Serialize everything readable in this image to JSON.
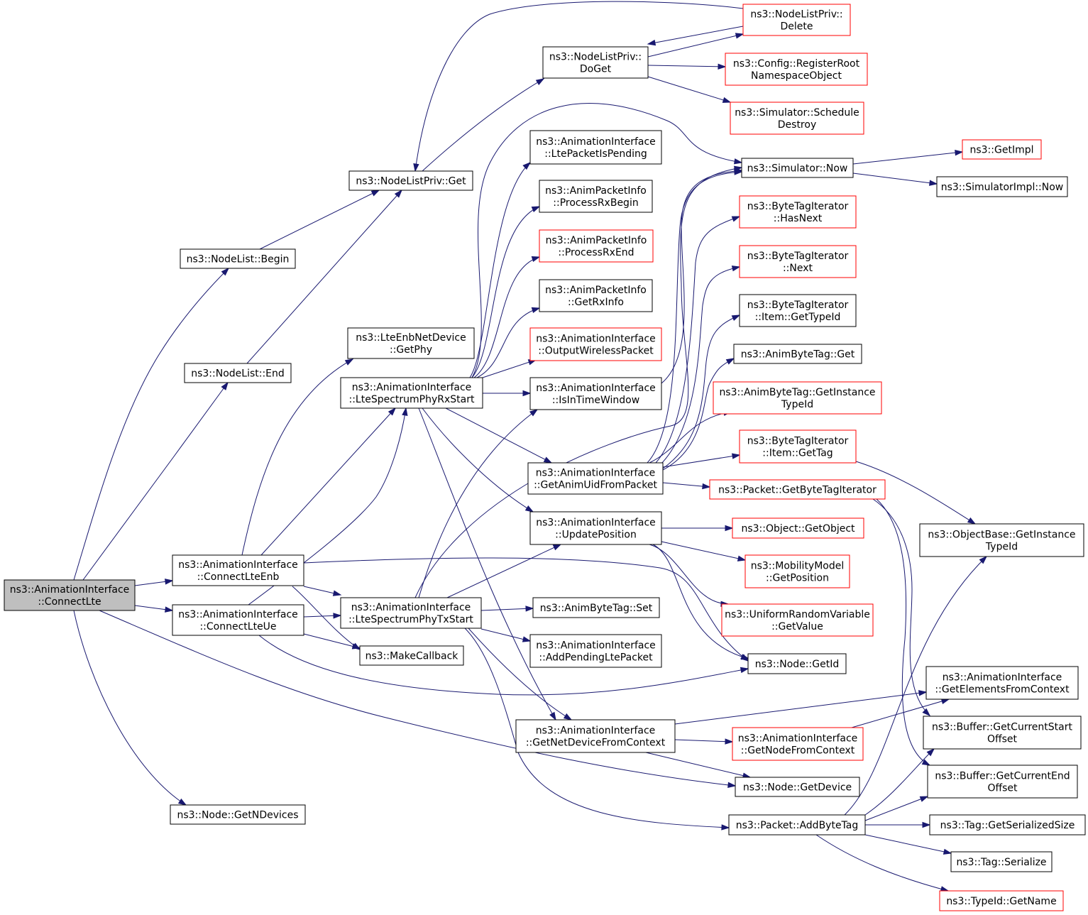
{
  "colors": {
    "edge": "#191970",
    "node_border": "#000000",
    "truncated_border": "#ff0000",
    "root_fill": "#bfbfbf",
    "node_fill": "#ffffff"
  },
  "nodes": [
    {
      "id": "connectlte",
      "lines": [
        "ns3::AnimationInterface",
        "::ConnectLte"
      ],
      "style": "root"
    },
    {
      "id": "nodelist_begin",
      "lines": [
        "ns3::NodeList::Begin"
      ],
      "style": "normal"
    },
    {
      "id": "nodelist_end",
      "lines": [
        "ns3::NodeList::End"
      ],
      "style": "normal"
    },
    {
      "id": "connectlteenb",
      "lines": [
        "ns3::AnimationInterface",
        "::ConnectLteEnb"
      ],
      "style": "normal"
    },
    {
      "id": "connectlteue",
      "lines": [
        "ns3::AnimationInterface",
        "::ConnectLteUe"
      ],
      "style": "normal"
    },
    {
      "id": "getndevices",
      "lines": [
        "ns3::Node::GetNDevices"
      ],
      "style": "normal"
    },
    {
      "id": "nodelistpriv_get",
      "lines": [
        "ns3::NodeListPriv::Get"
      ],
      "style": "normal"
    },
    {
      "id": "lteenb_getphy",
      "lines": [
        "ns3::LteEnbNetDevice",
        "::GetPhy"
      ],
      "style": "normal"
    },
    {
      "id": "rxstart",
      "lines": [
        "ns3::AnimationInterface",
        "::LteSpectrumPhyRxStart"
      ],
      "style": "normal"
    },
    {
      "id": "txstart",
      "lines": [
        "ns3::AnimationInterface",
        "::LteSpectrumPhyTxStart"
      ],
      "style": "normal"
    },
    {
      "id": "makecallback",
      "lines": [
        "ns3::MakeCallback"
      ],
      "style": "normal"
    },
    {
      "id": "doget",
      "lines": [
        "ns3::NodeListPriv::",
        "DoGet"
      ],
      "style": "normal"
    },
    {
      "id": "ltepacketispending",
      "lines": [
        "ns3::AnimationInterface",
        "::LtePacketIsPending"
      ],
      "style": "normal"
    },
    {
      "id": "processrxbegin",
      "lines": [
        "ns3::AnimPacketInfo",
        "::ProcessRxBegin"
      ],
      "style": "normal"
    },
    {
      "id": "processrxend",
      "lines": [
        "ns3::AnimPacketInfo",
        "::ProcessRxEnd"
      ],
      "style": "truncated"
    },
    {
      "id": "getrxinfo",
      "lines": [
        "ns3::AnimPacketInfo",
        "::GetRxInfo"
      ],
      "style": "normal"
    },
    {
      "id": "outputwireless",
      "lines": [
        "ns3::AnimationInterface",
        "::OutputWirelessPacket"
      ],
      "style": "truncated"
    },
    {
      "id": "isintimewindow",
      "lines": [
        "ns3::AnimationInterface",
        "::IsInTimeWindow"
      ],
      "style": "normal"
    },
    {
      "id": "getanimuid",
      "lines": [
        "ns3::AnimationInterface",
        "::GetAnimUidFromPacket"
      ],
      "style": "normal"
    },
    {
      "id": "updateposition",
      "lines": [
        "ns3::AnimationInterface",
        "::UpdatePosition"
      ],
      "style": "normal"
    },
    {
      "id": "animbytetag_set",
      "lines": [
        "ns3::AnimByteTag::Set"
      ],
      "style": "normal"
    },
    {
      "id": "addpendinglte",
      "lines": [
        "ns3::AnimationInterface",
        "::AddPendingLtePacket"
      ],
      "style": "normal"
    },
    {
      "id": "getnetdevicefromctx",
      "lines": [
        "ns3::AnimationInterface",
        "::GetNetDeviceFromContext"
      ],
      "style": "normal"
    },
    {
      "id": "nlp_delete",
      "lines": [
        "ns3::NodeListPriv::",
        "Delete"
      ],
      "style": "truncated"
    },
    {
      "id": "registerroot",
      "lines": [
        "ns3::Config::RegisterRoot",
        "NamespaceObject"
      ],
      "style": "truncated"
    },
    {
      "id": "scheduledestroy",
      "lines": [
        "ns3::Simulator::Schedule",
        "Destroy"
      ],
      "style": "truncated"
    },
    {
      "id": "simulator_now",
      "lines": [
        "ns3::Simulator::Now"
      ],
      "style": "normal"
    },
    {
      "id": "bti_hasnext",
      "lines": [
        "ns3::ByteTagIterator",
        "::HasNext"
      ],
      "style": "truncated"
    },
    {
      "id": "bti_next",
      "lines": [
        "ns3::ByteTagIterator",
        "::Next"
      ],
      "style": "truncated"
    },
    {
      "id": "bti_item_gettypeid",
      "lines": [
        "ns3::ByteTagIterator",
        "::Item::GetTypeId"
      ],
      "style": "normal"
    },
    {
      "id": "animbytetag_get",
      "lines": [
        "ns3::AnimByteTag::Get"
      ],
      "style": "normal"
    },
    {
      "id": "animbytetag_getinstance",
      "lines": [
        "ns3::AnimByteTag::GetInstance",
        "TypeId"
      ],
      "style": "truncated"
    },
    {
      "id": "bti_item_gettag",
      "lines": [
        "ns3::ByteTagIterator",
        "::Item::GetTag"
      ],
      "style": "truncated"
    },
    {
      "id": "packet_getbytetagiter",
      "lines": [
        "ns3::Packet::GetByteTagIterator"
      ],
      "style": "truncated"
    },
    {
      "id": "object_getobject",
      "lines": [
        "ns3::Object::GetObject"
      ],
      "style": "truncated"
    },
    {
      "id": "mobility_getposition",
      "lines": [
        "ns3::MobilityModel",
        "::GetPosition"
      ],
      "style": "truncated"
    },
    {
      "id": "urv_getvalue",
      "lines": [
        "ns3::UniformRandomVariable",
        "::GetValue"
      ],
      "style": "truncated"
    },
    {
      "id": "node_getid",
      "lines": [
        "ns3::Node::GetId"
      ],
      "style": "normal"
    },
    {
      "id": "getnodefromctx",
      "lines": [
        "ns3::AnimationInterface",
        "::GetNodeFromContext"
      ],
      "style": "truncated"
    },
    {
      "id": "node_getdevice",
      "lines": [
        "ns3::Node::GetDevice"
      ],
      "style": "normal"
    },
    {
      "id": "packet_addbytetag",
      "lines": [
        "ns3::Packet::AddByteTag"
      ],
      "style": "normal"
    },
    {
      "id": "getimpl",
      "lines": [
        "ns3::GetImpl"
      ],
      "style": "truncated"
    },
    {
      "id": "simimpl_now",
      "lines": [
        "ns3::SimulatorImpl::Now"
      ],
      "style": "normal"
    },
    {
      "id": "objectbase_getinstance",
      "lines": [
        "ns3::ObjectBase::GetInstance",
        "TypeId"
      ],
      "style": "normal"
    },
    {
      "id": "getelementsfromctx",
      "lines": [
        "ns3::AnimationInterface",
        "::GetElementsFromContext"
      ],
      "style": "normal"
    },
    {
      "id": "buffer_getstart",
      "lines": [
        "ns3::Buffer::GetCurrentStart",
        "Offset"
      ],
      "style": "normal"
    },
    {
      "id": "buffer_getend",
      "lines": [
        "ns3::Buffer::GetCurrentEnd",
        "Offset"
      ],
      "style": "normal"
    },
    {
      "id": "tag_getserializedsize",
      "lines": [
        "ns3::Tag::GetSerializedSize"
      ],
      "style": "normal"
    },
    {
      "id": "tag_serialize",
      "lines": [
        "ns3::Tag::Serialize"
      ],
      "style": "normal"
    },
    {
      "id": "typeid_getname",
      "lines": [
        "ns3::TypeId::GetName"
      ],
      "style": "truncated"
    }
  ]
}
